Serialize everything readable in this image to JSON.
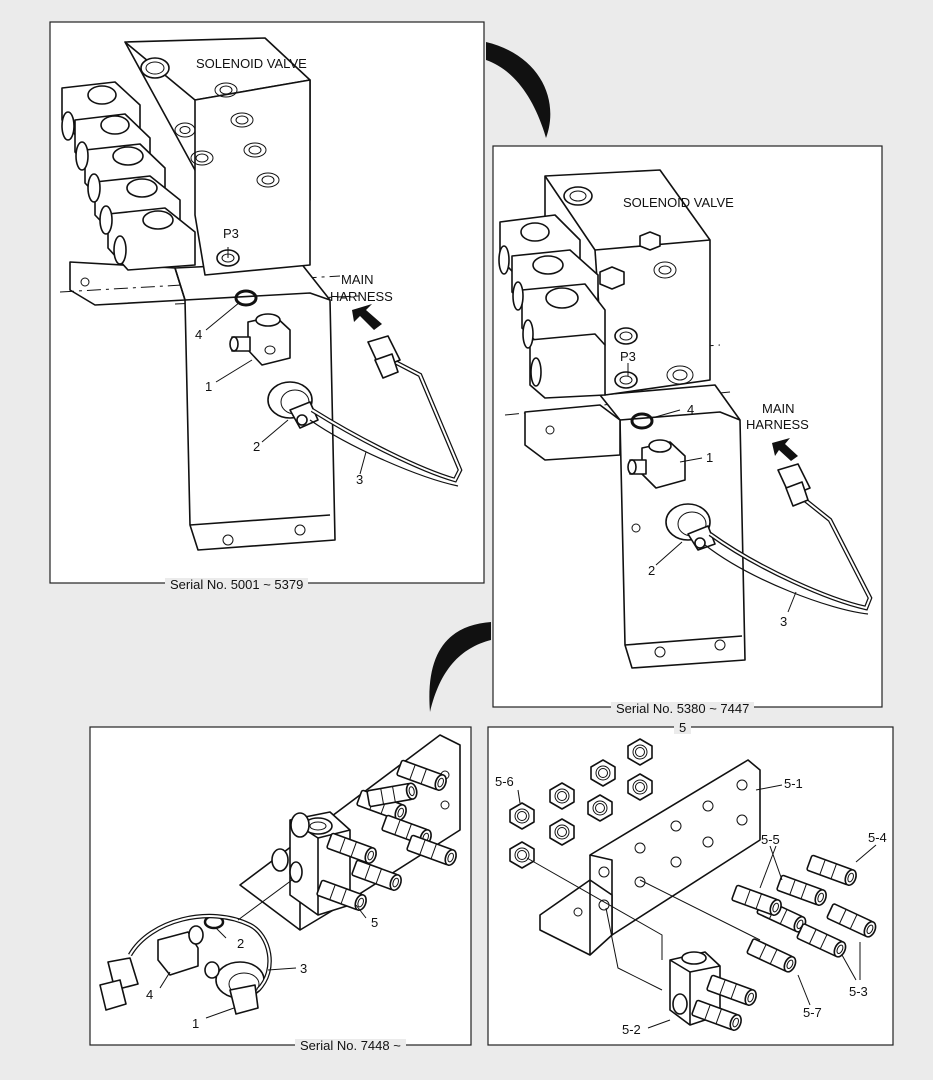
{
  "panel_a": {
    "title": "SOLENOID VALVE",
    "port": "P3",
    "harness_line1": "MAIN",
    "harness_line2": "HARNESS",
    "callouts": [
      "4",
      "1",
      "2",
      "3"
    ],
    "caption": "Serial No. 5001 ~ 5379"
  },
  "panel_b": {
    "title": "SOLENOID VALVE",
    "port": "P3",
    "harness_line1": "MAIN",
    "harness_line2": "HARNESS",
    "callouts": [
      "4",
      "1",
      "2",
      "3"
    ],
    "caption": "Serial No. 5380 ~ 7447"
  },
  "panel_c": {
    "callouts": [
      "2",
      "3",
      "4",
      "1",
      "5"
    ],
    "caption": "Serial No. 7448 ~"
  },
  "panel_d": {
    "header": "5",
    "callouts": [
      "5-6",
      "5-1",
      "5-5",
      "5-4",
      "5-3",
      "5-7",
      "5-2"
    ]
  }
}
